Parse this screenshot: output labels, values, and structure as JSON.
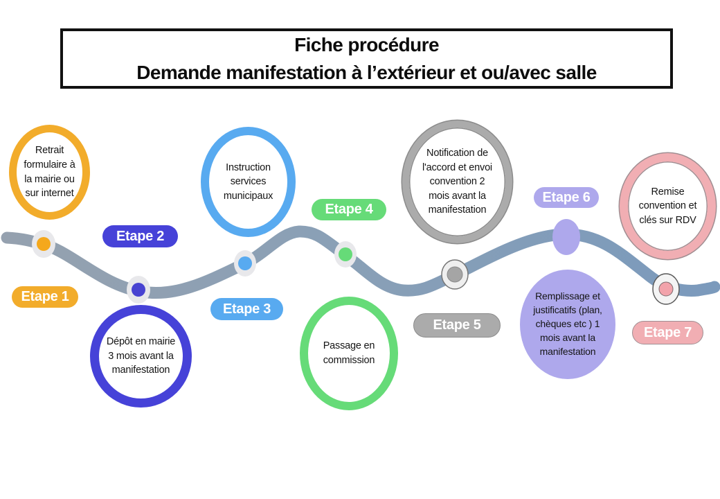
{
  "title": {
    "line1": "Fiche procédure",
    "line2": "Demande manifestation à l’extérieur et ou/avec salle"
  },
  "steps": [
    {
      "label": "Etape 1",
      "text": "Retrait\nformulaire à\nla mairie ou\nsur internet",
      "color": "#F2AC2B",
      "marker": "#F5A81C"
    },
    {
      "label": "Etape 2",
      "text": "Dépôt en mairie\n3 mois avant la\nmanifestation",
      "color": "#4642D8",
      "marker": "#4843D1"
    },
    {
      "label": "Etape 3",
      "text": "Instruction\nservices\nmunicipaux",
      "color": "#58AAF0",
      "marker": "#58AAF0"
    },
    {
      "label": "Etape 4",
      "text": "Passage en\ncommission",
      "color": "#66DB78",
      "marker": "#66DB78"
    },
    {
      "label": "Etape 5",
      "text": "Notification de\nl'accord et envoi\nconvention 2\nmois avant la\nmanifestation",
      "color": "#ABABAB",
      "marker": "#A5A5A5"
    },
    {
      "label": "Etape 6",
      "text": "Remplissage et\njustificatifs  (plan,\nchèques etc ) 1\nmois avant la\nmanifestation",
      "color": "#AEA8EC",
      "marker": "#AEA8EC"
    },
    {
      "label": "Etape 7",
      "text": "Remise\nconvention et\nclés sur RDV",
      "color": "#F1AEB3",
      "marker": "#F2A3AB"
    }
  ],
  "timeline": {
    "color_left": "#95A1AF",
    "color_right": "#7B9ABC",
    "halo_color": "#E8E8EB"
  }
}
